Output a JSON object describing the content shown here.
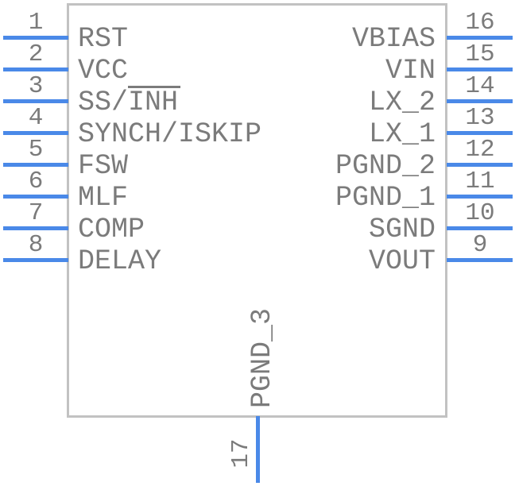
{
  "colors": {
    "pin-color": "#4a89e8",
    "text-color": "#7b7b7b",
    "body-border-color": "#c2c2c2",
    "bg-color": "#ffffff"
  },
  "pins": {
    "left": [
      {
        "num": "1",
        "name": "RST"
      },
      {
        "num": "2",
        "name": "VCC"
      },
      {
        "num": "3",
        "name": "SS/INH",
        "overline": "INH"
      },
      {
        "num": "4",
        "name": "SYNCH/ISKIP"
      },
      {
        "num": "5",
        "name": "FSW"
      },
      {
        "num": "6",
        "name": "MLF"
      },
      {
        "num": "7",
        "name": "COMP"
      },
      {
        "num": "8",
        "name": "DELAY"
      }
    ],
    "right": [
      {
        "num": "16",
        "name": "VBIAS"
      },
      {
        "num": "15",
        "name": "VIN"
      },
      {
        "num": "14",
        "name": "LX_2"
      },
      {
        "num": "13",
        "name": "LX_1"
      },
      {
        "num": "12",
        "name": "PGND_2"
      },
      {
        "num": "11",
        "name": "PGND_1"
      },
      {
        "num": "10",
        "name": "SGND"
      },
      {
        "num": "9",
        "name": "VOUT"
      }
    ],
    "bottom": [
      {
        "num": "17",
        "name": "PGND_3"
      }
    ]
  }
}
